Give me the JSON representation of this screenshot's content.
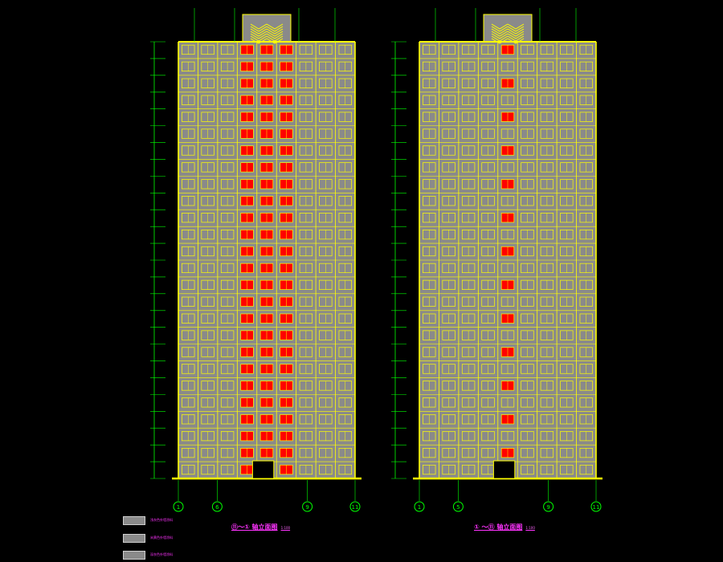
{
  "drawing": {
    "background_color": "#000000",
    "facade_color": "#8a8a8a",
    "line_color": "#ffff00",
    "window_color": "#ff0000",
    "annotation_color": "#00ff00",
    "title_color": "#ff33ff",
    "floor_count": 26
  },
  "elevations": [
    {
      "title": "⑪～① 轴立面图",
      "scale": "1:100",
      "grid_labels": [
        "1",
        "6",
        "9",
        "11"
      ]
    },
    {
      "title": "① ～⑪ 轴立面图",
      "scale": "1:100",
      "grid_labels": [
        "1",
        "5",
        "9",
        "11"
      ]
    }
  ],
  "legend": [
    {
      "label": "浅灰色外墙涂料"
    },
    {
      "label": "米黄色外墙涂料"
    },
    {
      "label": "深灰色外墙涂料"
    }
  ]
}
